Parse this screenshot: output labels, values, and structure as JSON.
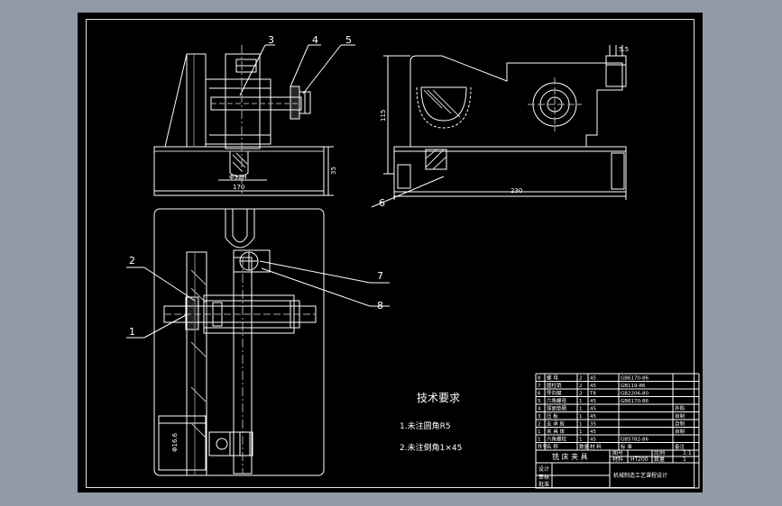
{
  "balloons": [
    "1",
    "2",
    "3",
    "4",
    "5",
    "6",
    "7",
    "8"
  ],
  "dimensions": {
    "front_width": "170",
    "front_height": "35",
    "bore_dia": "Φ32H",
    "side_width": "230",
    "side_height": "115",
    "thread_label": "5.5",
    "section_dia": "Φ16.6"
  },
  "tech_requirements": {
    "title": "技术要求",
    "items": [
      "1.未注圆角R5",
      "2.未注倒角1×45"
    ]
  },
  "bom_rows": [
    {
      "no": "8",
      "name": "螺 母",
      "qty": "2",
      "mat": "45",
      "std": "GB6170-86",
      "note": ""
    },
    {
      "no": "7",
      "name": "圆柱销",
      "qty": "2",
      "mat": "45",
      "std": "GB119-86",
      "note": ""
    },
    {
      "no": "6",
      "name": "导向键",
      "qty": "2",
      "mat": "T8",
      "std": "GB2206-80",
      "note": ""
    },
    {
      "no": "5",
      "name": "六角螺母",
      "qty": "1",
      "mat": "45",
      "std": "GB6170-86",
      "note": ""
    },
    {
      "no": "4",
      "name": "球面垫圈",
      "qty": "1",
      "mat": "45",
      "std": "",
      "note": "外购"
    },
    {
      "no": "3",
      "name": "压 板",
      "qty": "1",
      "mat": "45",
      "std": "",
      "note": "自制"
    },
    {
      "no": "2",
      "name": "支 承 板",
      "qty": "1",
      "mat": "35",
      "std": "",
      "note": "自制"
    },
    {
      "no": "1",
      "name": "夹 具 体",
      "qty": "1",
      "mat": "45",
      "std": "",
      "note": "自制"
    },
    {
      "no": "1",
      "name": "六角螺栓",
      "qty": "1",
      "mat": "45",
      "std": "GB5782-86",
      "note": ""
    }
  ],
  "bom_header": {
    "no": "件号",
    "name": "名 称",
    "qty": "数量",
    "mat": "材 料",
    "std": "标 准",
    "note": "备注"
  },
  "title_block": {
    "title": "铣 床 夹 具",
    "design": "设计",
    "check": "审核",
    "approve": "批准",
    "drawing_no": "图号",
    "scale_label": "比例",
    "scale": "1:1",
    "material_label": "材料",
    "material": "HT200",
    "count_label": "数量",
    "count": "1",
    "school": "机械制造工艺课程设计"
  }
}
